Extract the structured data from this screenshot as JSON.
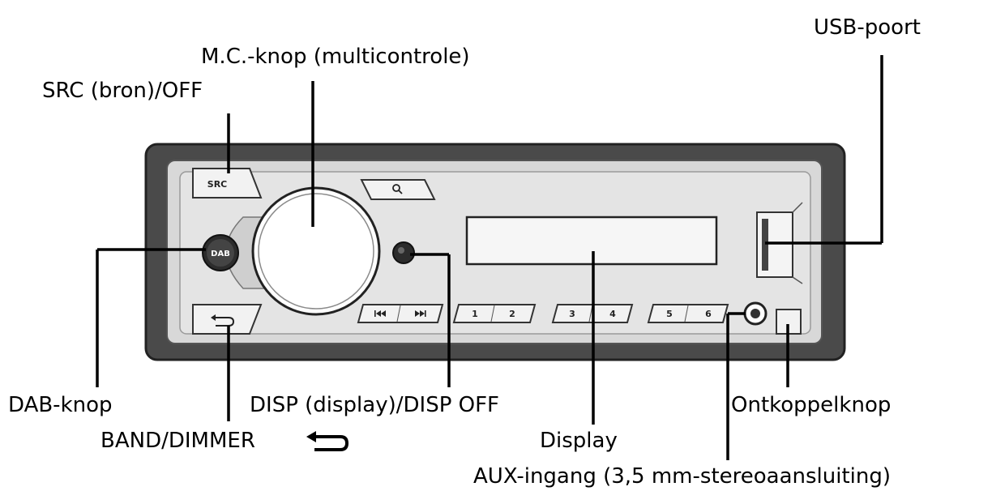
{
  "labels": {
    "usb_port": "USB-poort",
    "mc_knob": "M.C.-knop (multicontrole)",
    "src_off": "SRC (bron)/OFF",
    "dab_knob": "DAB-knop",
    "disp": "DISP (display)/DISP OFF",
    "release": "Ontkoppelknop",
    "band_dimmer": "BAND/DIMMER",
    "display": "Display",
    "aux": "AUX-ingang (3,5 mm-stereoaansluiting)"
  },
  "buttons": {
    "src": "SRC",
    "dab": "DAB",
    "presets": [
      "1",
      "2",
      "3",
      "4",
      "5",
      "6"
    ]
  },
  "icons": {
    "return_arrow": "return-arrow-icon",
    "search": "search-icon",
    "prev_track": "prev-track-icon",
    "next_track": "next-track-icon"
  }
}
